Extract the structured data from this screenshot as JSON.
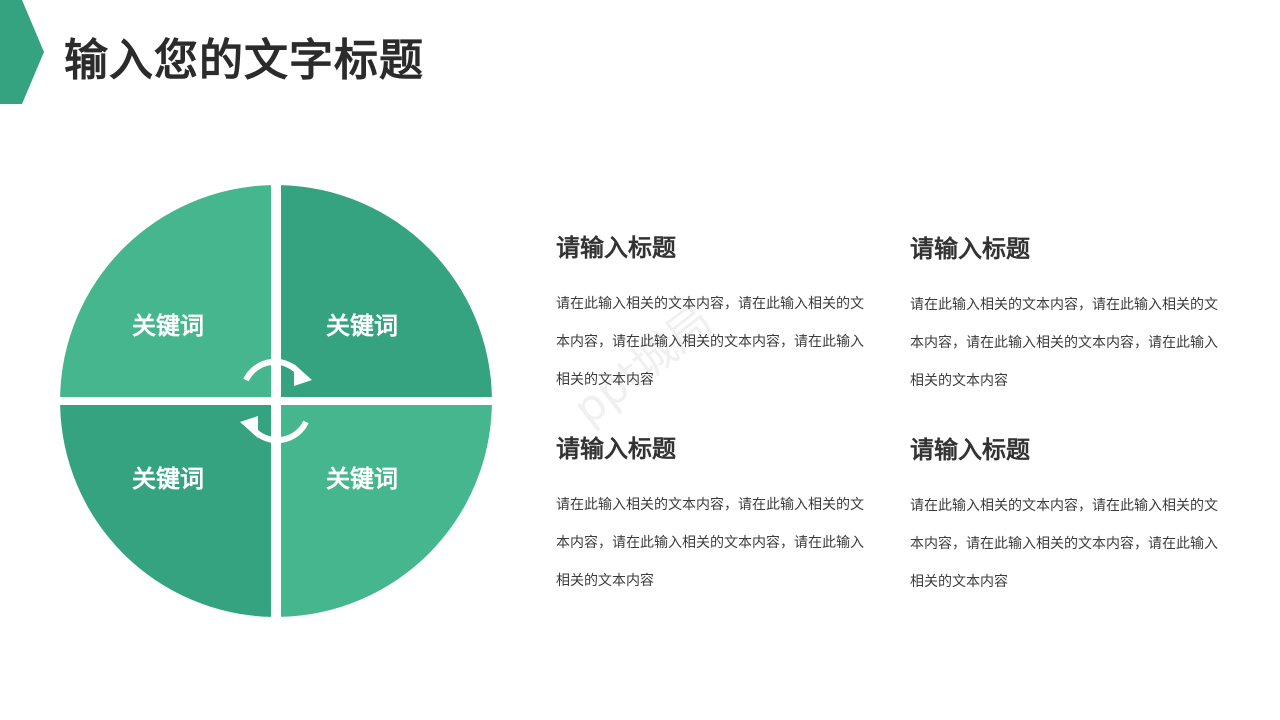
{
  "title": "输入您的文字标题",
  "colors": {
    "light_green": "#45b68e",
    "dark_green": "#35a37f",
    "text": "#333333"
  },
  "diagram": {
    "segments": [
      {
        "position": "top-left",
        "label": "关键词",
        "color": "#45b68e"
      },
      {
        "position": "top-right",
        "label": "关键词",
        "color": "#35a37f"
      },
      {
        "position": "bottom-left",
        "label": "关键词",
        "color": "#35a37f"
      },
      {
        "position": "bottom-right",
        "label": "关键词",
        "color": "#45b68e"
      }
    ],
    "center_icon": "refresh-cycle-icon"
  },
  "blocks": [
    {
      "title": "请输入标题",
      "text": "请在此输入相关的文本内容，请在此输入相关的文本内容，请在此输入相关的文本内容，请在此输入相关的文本内容"
    },
    {
      "title": "请输入标题",
      "text": "请在此输入相关的文本内容，请在此输入相关的文本内容，请在此输入相关的文本内容，请在此输入相关的文本内容"
    },
    {
      "title": "请输入标题",
      "text": "请在此输入相关的文本内容，请在此输入相关的文本内容，请在此输入相关的文本内容，请在此输入相关的文本内容"
    },
    {
      "title": "请输入标题",
      "text": "请在此输入相关的文本内容，请在此输入相关的文本内容，请在此输入相关的文本内容，请在此输入相关的文本内容"
    }
  ],
  "watermark": "ppt城局"
}
